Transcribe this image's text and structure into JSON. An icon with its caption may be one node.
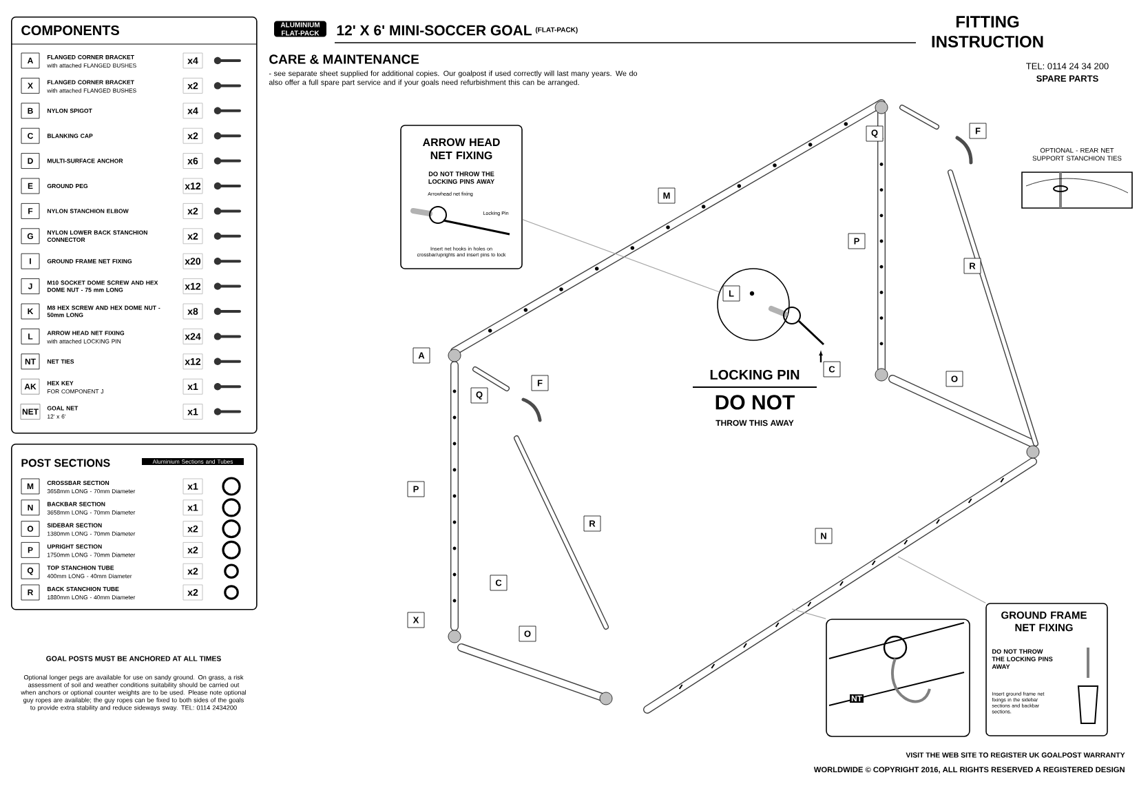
{
  "diagram": {
    "title": "12' X 6' MINI-SOCCER GOAL",
    "nodes": [
      {
        "text": [
          "COMPONENTS"
        ]
      },
      {
        "text": [
          "POST SECTIONS",
          "Aluminium Sections and Tubes"
        ]
      },
      {
        "text": [
          "ARROW HEAD NET FIXING",
          "DO NOT THROW THE LOCKING PINS AWAY",
          "Arrowhead net fixing",
          "Locking Pin",
          "Insert net hooks in holes on crossbar/uprights and insert pins to lock"
        ]
      },
      {
        "text": [],
        "shape": "circle"
      },
      {
        "text": [
          "GROUND FRAME NET FIXING",
          "DO NOT THROW THE LOCKING PINS AWAY",
          "Insert ground frame net fixings in the sidebar sections and backbar sections."
        ]
      },
      {
        "text": [
          "NT"
        ]
      },
      {
        "text": [
          "OPTIONAL - REAR NET SUPPORT STANCHION TIES"
        ]
      }
    ],
    "edges": [
      {
        "from": 2,
        "to": 3,
        "arrow": "none"
      },
      {
        "from": 4,
        "to": null,
        "arrow": "none"
      },
      {
        "from": 5,
        "to": null,
        "arrow": "none"
      }
    ],
    "labels": [
      "ALUMINIUM FLAT-PACK",
      "(FLAT-PACK)",
      "FITTING INSTRUCTION",
      "TEL: 0114 24 34 200",
      "SPARE PARTS",
      "CARE & MAINTENANCE",
      "- see separate sheet supplied for additional copies. Our goalpost if used correctly will last many years. We do also offer a full spare part service and if your goals need refurbishment this can be arranged.",
      "A",
      "FLANGED CORNER BRACKET",
      "with attached FLANGED BUSHES",
      "x4",
      "X",
      "FLANGED CORNER BRACKET",
      "with attached FLANGED BUSHES",
      "x2",
      "B",
      "NYLON SPIGOT",
      "x4",
      "C",
      "BLANKING CAP",
      "x2",
      "D",
      "MULTI-SURFACE ANCHOR",
      "x6",
      "E",
      "GROUND PEG",
      "x12",
      "F",
      "NYLON STANCHION ELBOW",
      "x2",
      "G",
      "NYLON LOWER BACK STANCHION CONNECTOR",
      "x2",
      "I",
      "GROUND FRAME NET FIXING",
      "x20",
      "J",
      "M10 SOCKET DOME SCREW AND HEX DOME NUT - 75 mm LONG",
      "x12",
      "K",
      "M8 HEX SCREW AND HEX DOME NUT - 50mm LONG",
      "x8",
      "L",
      "ARROW HEAD NET FIXING",
      "with attached LOCKING PIN",
      "x24",
      "NT",
      "NET TIES",
      "x12",
      "AK",
      "HEX KEY",
      "FOR COMPONENT J",
      "x1",
      "NET",
      "GOAL NET",
      "12' x 6'",
      "x1",
      "M",
      "CROSSBAR SECTION",
      "3658mm LONG - 70mm Diameter",
      "x1",
      "N",
      "BACKBAR SECTION",
      "3658mm LONG - 70mm Diameter",
      "x1",
      "O",
      "SIDEBAR SECTION",
      "1380mm LONG - 70mm Diameter",
      "x2",
      "P",
      "UPRIGHT SECTION",
      "1750mm LONG - 70mm Diameter",
      "x2",
      "Q",
      "TOP STANCHION TUBE",
      "400mm LONG - 40mm Diameter",
      "x2",
      "R",
      "BACK STANCHION TUBE",
      "1880mm LONG - 40mm Diameter",
      "x2",
      "GOAL POSTS MUST BE ANCHORED AT ALL TIMES",
      "Optional longer pegs are available for use on sandy ground. On grass, a risk assessment of soil and weather conditions suitability should be carried out when anchors or optional counter weights are to be used. Please note optional guy ropes are available; the guy ropes can be fixed to both sides of the goals to provide extra stability and reduce sideways sway.  TEL: 0114 2434200",
      "LOCKING PIN",
      "DO NOT",
      "THROW THIS AWAY",
      "A",
      "P",
      "Q",
      "F",
      "R",
      "M",
      "L",
      "C",
      "X",
      "C",
      "O",
      "Q",
      "F",
      "P",
      "R",
      "O",
      "N",
      "VISIT THE WEB SITE TO REGISTER UK GOALPOST WARRANTY",
      "WORLDWIDE © COPYRIGHT 2016, ALL RIGHTS RESERVED A REGISTERED DESIGN"
    ]
  }
}
